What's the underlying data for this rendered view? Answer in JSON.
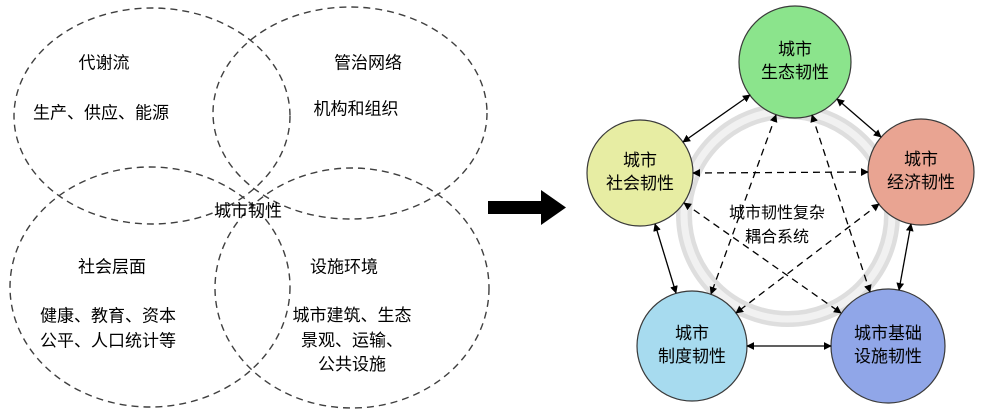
{
  "venn": {
    "center_label": "城市韧性",
    "circles": [
      {
        "id": "metabolic",
        "title": "代谢流",
        "desc": "生产、供应、能源"
      },
      {
        "id": "governance",
        "title": "管治网络",
        "desc": "机构和组织"
      },
      {
        "id": "social",
        "title": "社会层面",
        "desc": "健康、教育、资本\n公平、人口统计等"
      },
      {
        "id": "facility",
        "title": "设施环境",
        "desc": "城市建筑、生态\n景观、运输、\n公共设施"
      }
    ]
  },
  "transform_arrow": {
    "color": "#000000"
  },
  "coupling": {
    "center_label": "城市韧性复杂\n耦合系统",
    "ring_color": "#dedede",
    "line_color": "#000000",
    "nodes": [
      {
        "id": "ecological",
        "label": "城市\n生态韧性",
        "color": "#8be48c"
      },
      {
        "id": "economic",
        "label": "城市\n经济韧性",
        "color": "#e9a492"
      },
      {
        "id": "social",
        "label": "城市\n社会韧性",
        "color": "#e7eda3"
      },
      {
        "id": "institutional",
        "label": "城市\n制度韧性",
        "color": "#a7dbef"
      },
      {
        "id": "infrastructure",
        "label": "城市基础\n设施韧性",
        "color": "#90a6e8"
      }
    ]
  }
}
